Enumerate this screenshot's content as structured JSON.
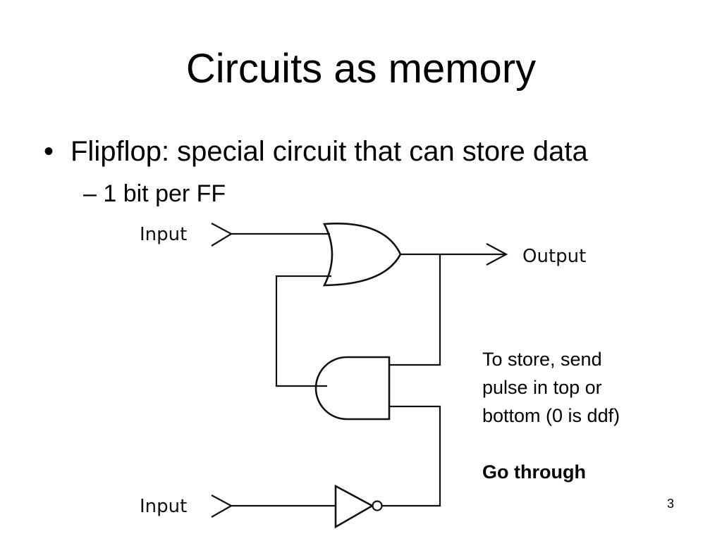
{
  "slide": {
    "title": "Circuits as memory",
    "bullet_char": "•",
    "bullet_text": "Flipflop: special circuit that can store data",
    "sub_bullet": "– 1 bit per FF",
    "page_number": "3"
  },
  "diagram": {
    "top_input_label": "Input",
    "bottom_input_label": "Input",
    "output_label": "Output"
  },
  "note": {
    "line1": "To store, send",
    "line2": "pulse in top or",
    "line3": "bottom (0 is ddf)",
    "emphasis": "Go through"
  }
}
